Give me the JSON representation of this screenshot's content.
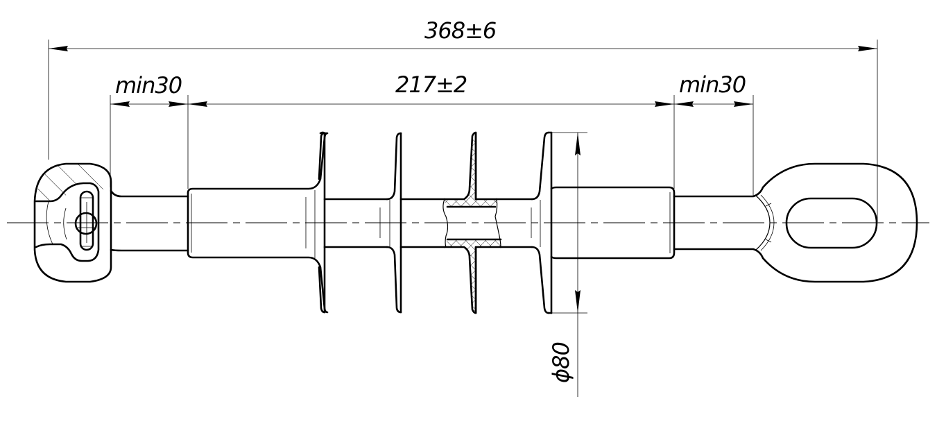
{
  "drawing": {
    "title": "Composite suspension insulator drawing",
    "dimensions": {
      "overall_length": "368±6",
      "insulating_length": "217±2",
      "left_fitting_min": "min30",
      "right_fitting_min": "min30",
      "shed_diameter": "ϕ80"
    },
    "components": {
      "left_end_fitting": "socket (ball-socket clevis)",
      "right_end_fitting": "oval eye",
      "sheds_count": 4,
      "sectioned_shed_index": 3
    },
    "colors": {
      "line": "#000000",
      "background": "#ffffff"
    }
  }
}
